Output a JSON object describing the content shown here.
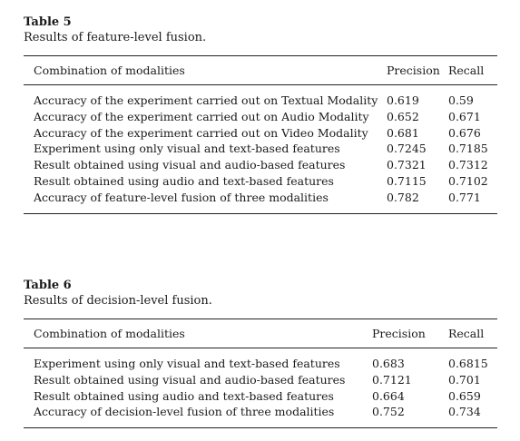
{
  "table5": {
    "label": "Table 5",
    "caption": "Results of feature-level fusion.",
    "columns": [
      "Combination of modalities",
      "Precision",
      "Recall"
    ],
    "rows": [
      [
        "Accuracy of the experiment carried out on Textual Modality",
        "0.619",
        "0.59"
      ],
      [
        "Accuracy of the experiment carried out on Audio Modality",
        "0.652",
        "0.671"
      ],
      [
        "Accuracy of the experiment carried out on Video Modality",
        "0.681",
        "0.676"
      ],
      [
        "Experiment using only visual and text-based features",
        "0.7245",
        "0.7185"
      ],
      [
        "Result obtained using visual and audio-based features",
        "0.7321",
        "0.7312"
      ],
      [
        "Result obtained using audio and text-based features",
        "0.7115",
        "0.7102"
      ],
      [
        "Accuracy of feature-level fusion of three modalities",
        "0.782",
        "0.771"
      ]
    ]
  },
  "table6": {
    "label": "Table 6",
    "caption": "Results of decision-level fusion.",
    "columns": [
      "Combination of modalities",
      "Precision",
      "Recall"
    ],
    "rows": [
      [
        "Experiment using only visual and text-based features",
        "0.683",
        "0.6815"
      ],
      [
        "Result obtained using visual and audio-based features",
        "0.7121",
        "0.701"
      ],
      [
        "Result obtained using audio and text-based features",
        "0.664",
        "0.659"
      ],
      [
        "Accuracy of decision-level fusion of three modalities",
        "0.752",
        "0.734"
      ]
    ]
  }
}
